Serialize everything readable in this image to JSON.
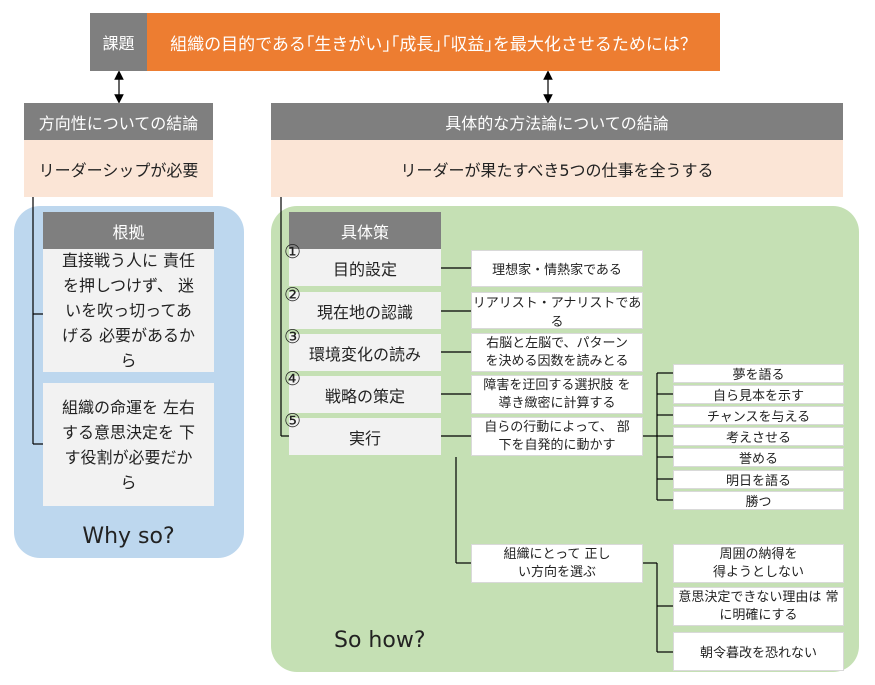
{
  "header": {
    "tag": "課題",
    "question": "組織の目的である｢生きがい｣｢成長｣｢収益｣を最大化させるためには？"
  },
  "direction": {
    "title": "方向性についての結論",
    "conclusion": "リーダーシップが必要"
  },
  "method": {
    "title": "具体的な方法論についての結論",
    "conclusion": "リーダーが果たすべき5つの仕事を全うする"
  },
  "basis": {
    "title": "根拠",
    "reasons": [
      "直接戦う人に 責任を押しつけず、 迷いを吹っ切ってあげる 必要があるから",
      "組織の命運を 左右する意思決定を 下す役割が必要だから"
    ],
    "why": "Why so?"
  },
  "measures": {
    "title": "具体策",
    "steps": [
      {
        "num": "①",
        "label": "目的設定",
        "detail": "理想家・情熱家である"
      },
      {
        "num": "②",
        "label": "現在地の認識",
        "detail": "リアリスト・アナリストである"
      },
      {
        "num": "③",
        "label": "環境変化の読み",
        "detail": "右脳と左脳で、パターン を決める因数を読みとる"
      },
      {
        "num": "④",
        "label": "戦略の策定",
        "detail": "障害を迂回する選択肢 を導き緻密に計算する"
      },
      {
        "num": "⑤",
        "label": "実行",
        "detail": "自らの行動によって、 部下を自発的に動かす"
      }
    ],
    "actions": [
      "夢を語る",
      "自ら見本を示す",
      "チャンスを与える",
      "考えさせる",
      "誉める",
      "明日を語る",
      "勝つ"
    ],
    "direction_item": "組織にとって 正しい方向を選ぶ",
    "direction_actions": [
      "周囲の納得を 得ようとしない",
      "意思決定できない理由は 常に明確にする",
      "朝令暮改を恐れない"
    ],
    "how": "So how?"
  }
}
